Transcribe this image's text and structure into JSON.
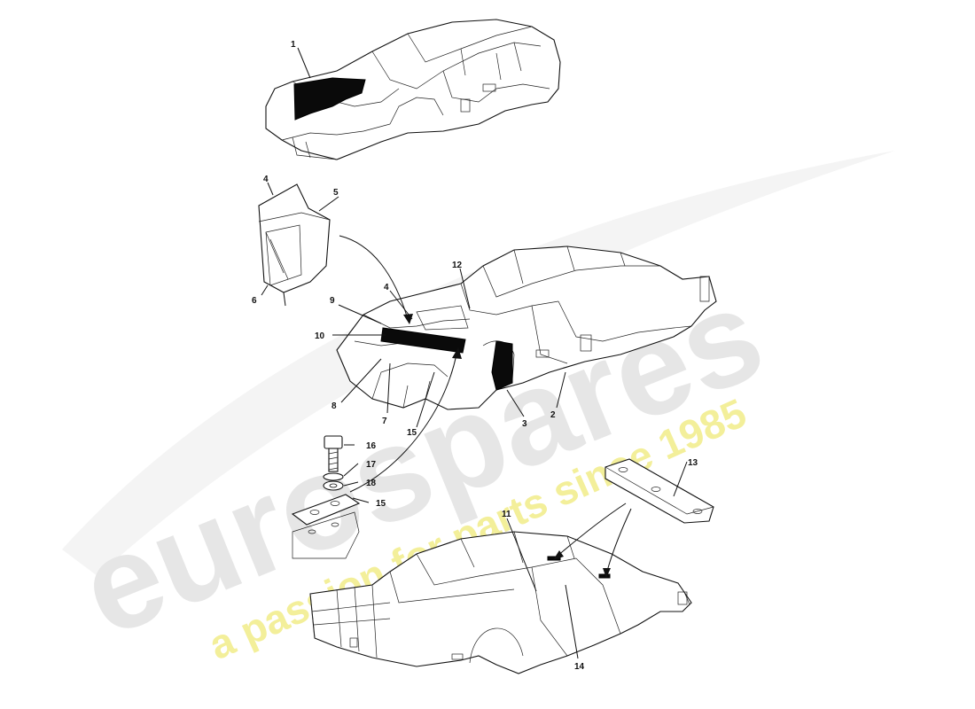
{
  "watermark": {
    "brand": "eurospares",
    "tagline": "a passion for parts since 1985",
    "brand_color": "#e6e6e6",
    "tagline_color": "#f3ef9a"
  },
  "callouts": [
    {
      "id": "c1",
      "text": "1"
    },
    {
      "id": "c2",
      "text": "2"
    },
    {
      "id": "c3",
      "text": "3"
    },
    {
      "id": "c4a",
      "text": "4"
    },
    {
      "id": "c4b",
      "text": "4"
    },
    {
      "id": "c5",
      "text": "5"
    },
    {
      "id": "c6",
      "text": "6"
    },
    {
      "id": "c7",
      "text": "7"
    },
    {
      "id": "c8",
      "text": "8"
    },
    {
      "id": "c9",
      "text": "9"
    },
    {
      "id": "c10",
      "text": "10"
    },
    {
      "id": "c11",
      "text": "11"
    },
    {
      "id": "c12",
      "text": "12"
    },
    {
      "id": "c13",
      "text": "13"
    },
    {
      "id": "c14",
      "text": "14"
    },
    {
      "id": "c15a",
      "text": "15"
    },
    {
      "id": "c15b",
      "text": "15"
    },
    {
      "id": "c16",
      "text": "16"
    },
    {
      "id": "c17",
      "text": "17"
    },
    {
      "id": "c18",
      "text": "18"
    }
  ]
}
